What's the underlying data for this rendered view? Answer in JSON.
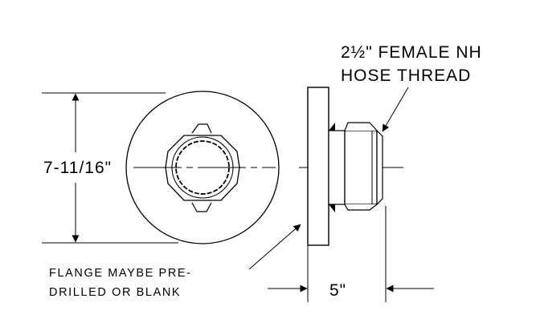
{
  "drawing": {
    "thread_label": {
      "line1": "2½\"  FEMALE NH",
      "line2": "HOSE  THREAD"
    },
    "height_dim": "7-11/16\"",
    "width_dim": "5\"",
    "flange_note": {
      "line1": "FLANGE  MAYBE  PRE-",
      "line2": "DRILLED  OR  BLANK"
    }
  }
}
